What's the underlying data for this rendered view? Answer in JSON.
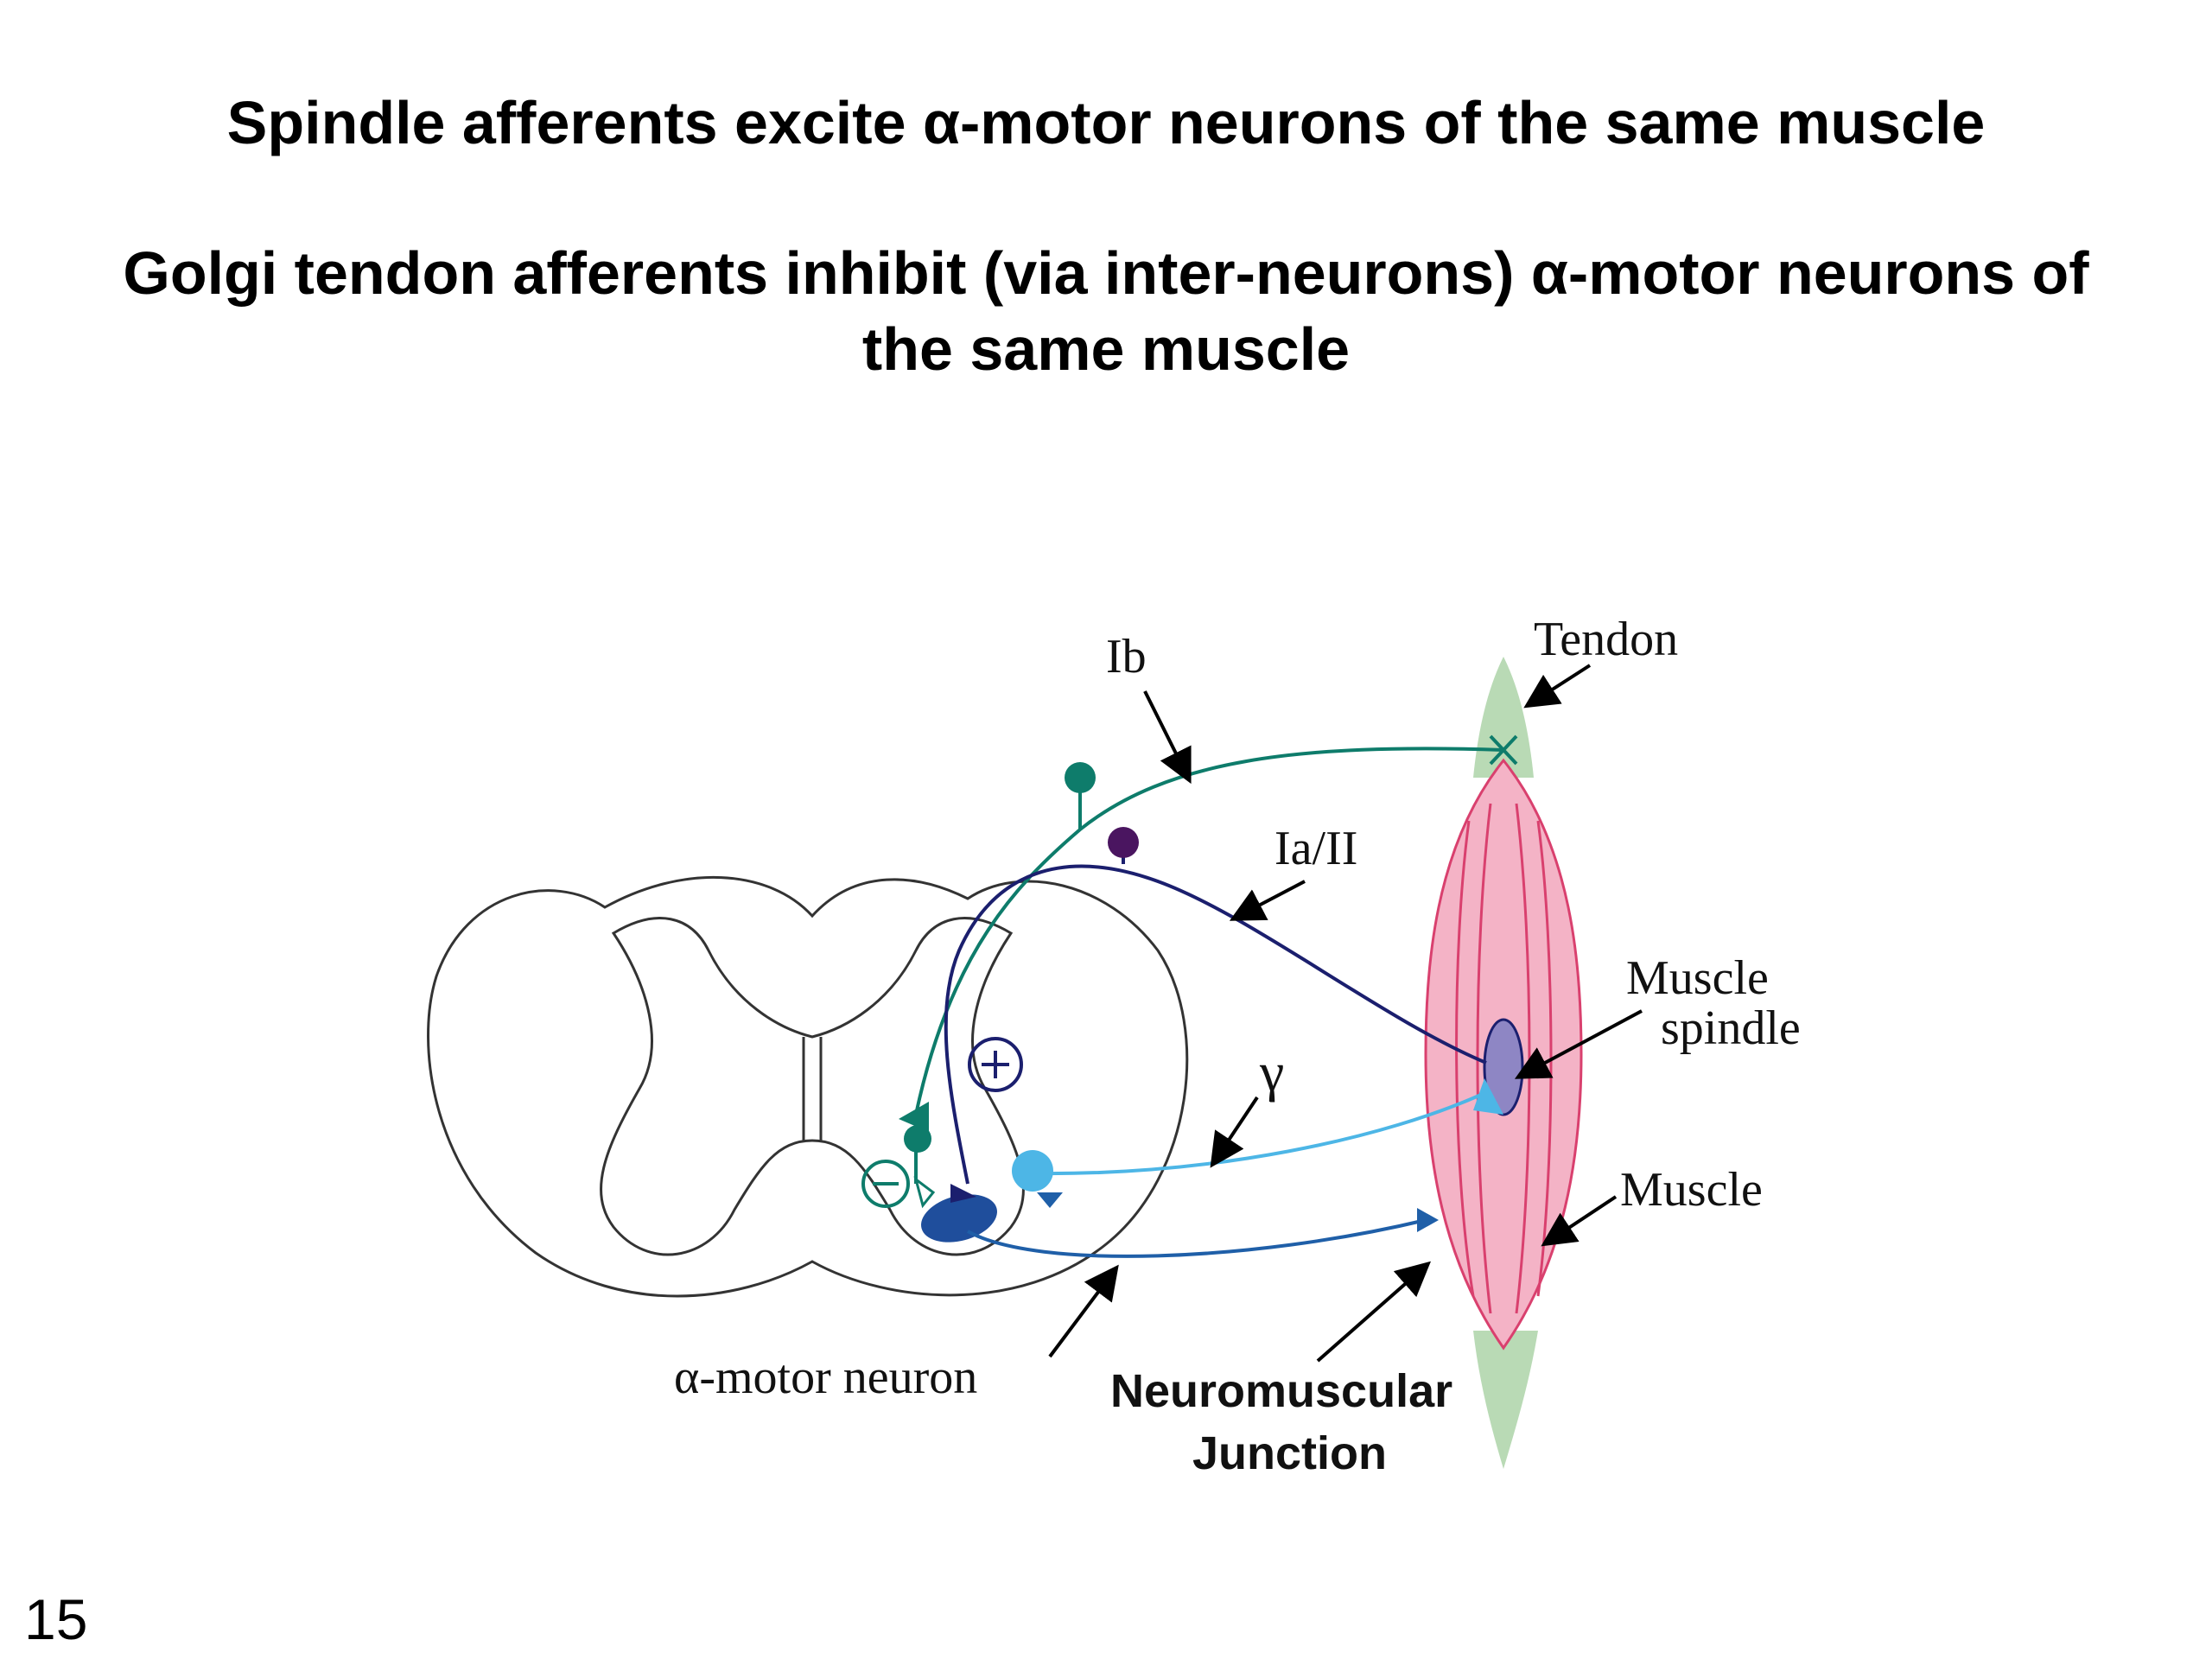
{
  "heading": {
    "line1": "Spindle afferents excite α-motor neurons of the same muscle",
    "line2": "Golgi tendon afferents inhibit (via inter-neurons) α-motor neurons of the same muscle"
  },
  "labels": {
    "ib": "Ib",
    "ia_ii": "Ia/II",
    "tendon": "Tendon",
    "muscle_spindle_1": "Muscle",
    "muscle_spindle_2": "spindle",
    "gamma": "γ",
    "muscle": "Muscle",
    "alpha_motor": "α-motor neuron",
    "nmj_1": "Neuromuscular",
    "nmj_2": "Junction",
    "plus": "+",
    "minus": "−"
  },
  "colors": {
    "ib_fiber": "#0e7c6b",
    "ia_fiber": "#1b1f6e",
    "gamma_fiber": "#4db6e6",
    "motor_fiber": "#1f5fa8",
    "muscle_fill": "#f4b3c6",
    "muscle_stroke": "#d9406e",
    "tendon_fill": "#b9dab5",
    "spindle_fill": "#8e86c4"
  },
  "slide_number": "15"
}
